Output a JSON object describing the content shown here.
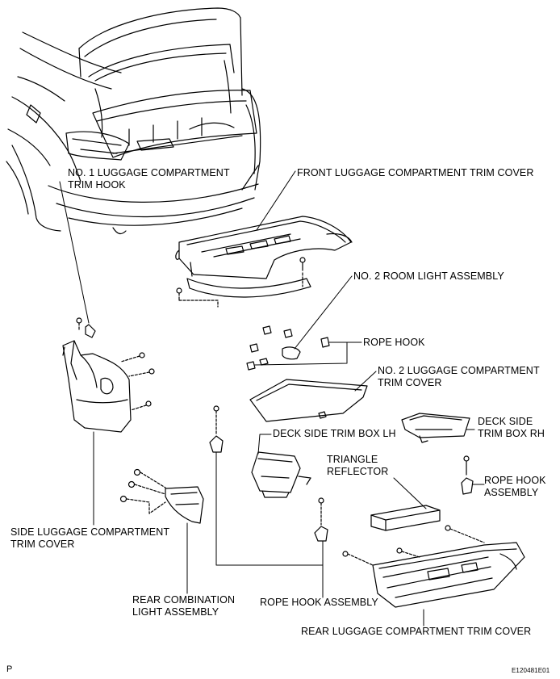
{
  "labels": {
    "no1_hook": [
      "NO. 1 LUGGAGE COMPARTMENT",
      "TRIM HOOK"
    ],
    "front_cover": "FRONT LUGGAGE COMPARTMENT TRIM COVER",
    "no2_room_light": "NO. 2 ROOM LIGHT ASSEMBLY",
    "rope_hook": "ROPE HOOK",
    "no2_cover": [
      "NO. 2 LUGGAGE COMPARTMENT",
      "TRIM COVER"
    ],
    "deck_rh": [
      "DECK SIDE",
      "TRIM BOX RH"
    ],
    "deck_lh": "DECK SIDE TRIM BOX LH",
    "triangle": [
      "TRIANGLE",
      "REFLECTOR"
    ],
    "rope_hook_assy_right": [
      "ROPE HOOK",
      "ASSEMBLY"
    ],
    "side_cover": [
      "SIDE LUGGAGE COMPARTMENT",
      "TRIM COVER"
    ],
    "rear_combination": [
      "REAR COMBINATION",
      "LIGHT ASSEMBLY"
    ],
    "rope_hook_assy_bottom": "ROPE HOOK ASSEMBLY",
    "rear_cover": "REAR LUGGAGE COMPARTMENT TRIM COVER"
  },
  "corner_left": "P",
  "corner_right": "E120481E01"
}
